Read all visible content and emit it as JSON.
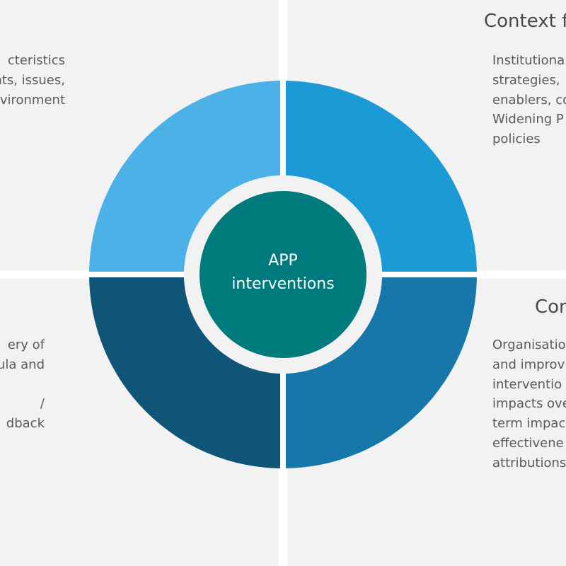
{
  "quadrants": {
    "top_left": {
      "lines": [
        "cteristics",
        "nts, issues,",
        "vironment"
      ]
    },
    "top_right": {
      "title": "Context f",
      "lines": [
        "Institutiona",
        "strategies,",
        "enablers, co",
        "Widening P",
        "policies"
      ]
    },
    "bottom_left": {
      "lines": [
        "ery of",
        "ula and",
        "",
        "/",
        "dback"
      ]
    },
    "bottom_right": {
      "title": "Con",
      "lines": [
        "Organisatio",
        "and improv",
        "interventio",
        "impacts ove",
        "term impac",
        "effectivene",
        "attributions"
      ]
    }
  },
  "center": {
    "lines": [
      "APP",
      "interventions"
    ]
  },
  "colors": {
    "background": "#f2f2f2",
    "divider": "#ffffff",
    "segment_top_left": "#4bb1e6",
    "segment_top_right": "#1b9ad6",
    "segment_bottom_left": "#0e5578",
    "segment_bottom_right": "#1677a8",
    "center": "#007b7d"
  }
}
